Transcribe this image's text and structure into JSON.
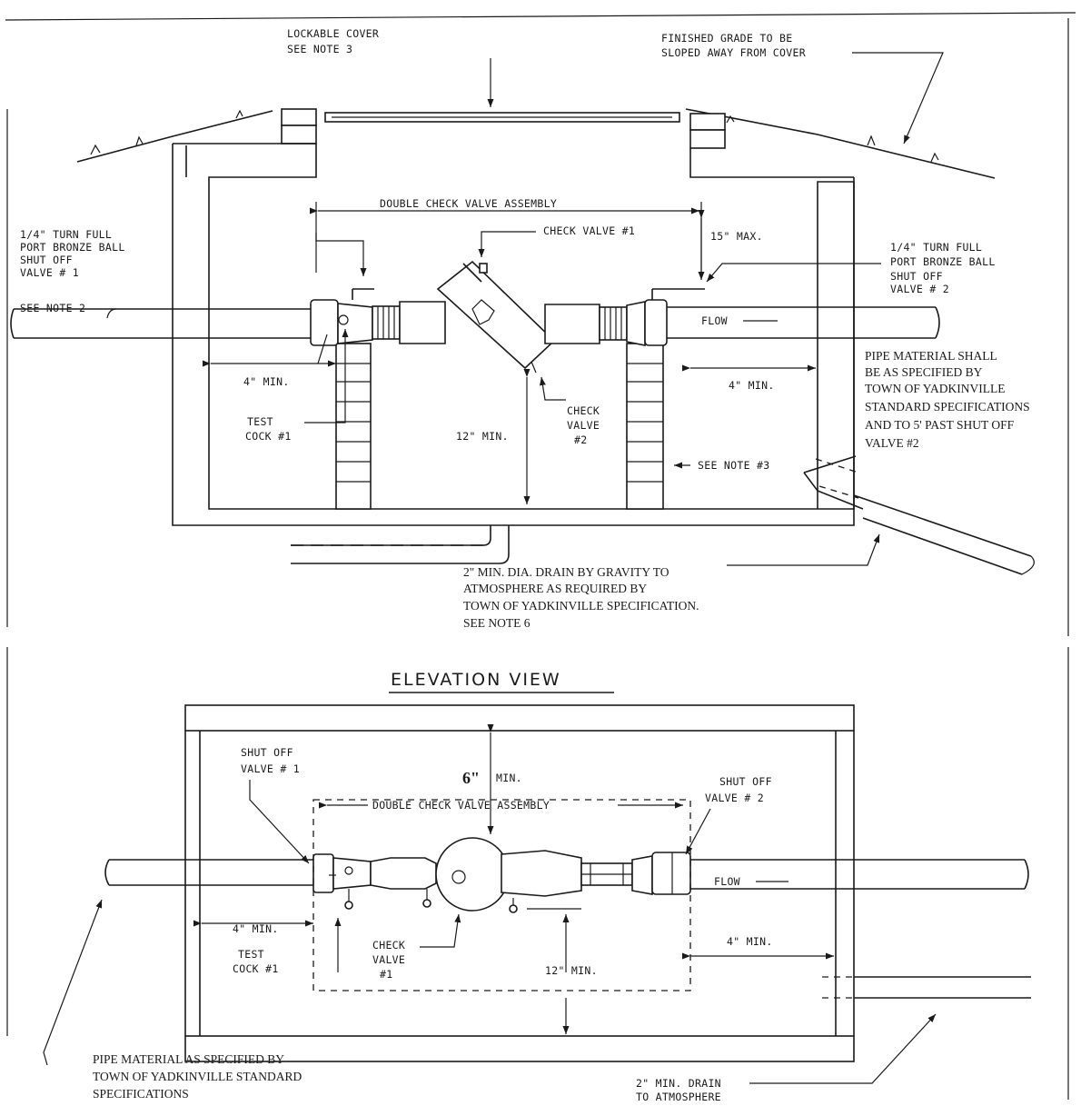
{
  "elevation": {
    "lockable_cover": [
      "LOCKABLE COVER",
      "SEE NOTE 3"
    ],
    "finished_grade": [
      "FINISHED GRADE TO BE",
      "SLOPED AWAY FROM COVER"
    ],
    "dcva": "DOUBLE CHECK VALVE ASSEMBLY",
    "check_valve_1": "CHECK VALVE #1",
    "max_15": "15\" MAX.",
    "ball_valve_1": [
      "1/4\" TURN FULL",
      "PORT BRONZE BALL",
      "SHUT OFF",
      "VALVE # 1"
    ],
    "ball_valve_2": [
      "1/4\" TURN FULL",
      "PORT BRONZE BALL",
      "SHUT OFF",
      "VALVE # 2"
    ],
    "see_note_2": "SEE NOTE 2",
    "flow": "FLOW",
    "min4_left": "4\" MIN.",
    "min4_right": "4\" MIN.",
    "pipe_material": [
      "PIPE MATERIAL SHALL",
      "BE AS SPECIFIED BY",
      "TOWN OF YADKINVILLE",
      "STANDARD SPECIFICATIONS",
      "AND TO 5' PAST SHUT OFF",
      "VALVE #2"
    ],
    "test_cock": [
      "TEST",
      "COCK #1"
    ],
    "check_valve_2": [
      "CHECK",
      "VALVE",
      "#2"
    ],
    "min12": "12\" MIN.",
    "see_note_3": "SEE NOTE #3",
    "drain_note": [
      "2\" MIN. DIA. DRAIN BY GRAVITY TO",
      "ATMOSPHERE AS REQUIRED BY",
      "TOWN OF YADKINVILLE SPECIFICATION.",
      "SEE NOTE 6"
    ],
    "title": "ELEVATION VIEW"
  },
  "plan": {
    "shutoff_1": [
      "SHUT OFF",
      "VALVE # 1"
    ],
    "min6": "6\"",
    "min6_suffix": "MIN.",
    "shutoff_2": [
      "SHUT OFF",
      "VALVE # 2"
    ],
    "dcva": "DOUBLE CHECK VALVE ASSEMBLY",
    "flow": "FLOW",
    "min4_left": "4\" MIN.",
    "test_cock": [
      "TEST",
      "COCK #1"
    ],
    "check_valve": [
      "CHECK",
      "VALVE",
      "#1"
    ],
    "min12": "12\" MIN.",
    "min4_right": "4\" MIN.",
    "pipe_material": [
      "PIPE MATERIAL AS SPECIFIED BY",
      "TOWN OF YADKINVILLE STANDARD",
      "SPECIFICATIONS"
    ],
    "drain": [
      "2\" MIN. DRAIN",
      "TO ATMOSPHERE"
    ]
  }
}
